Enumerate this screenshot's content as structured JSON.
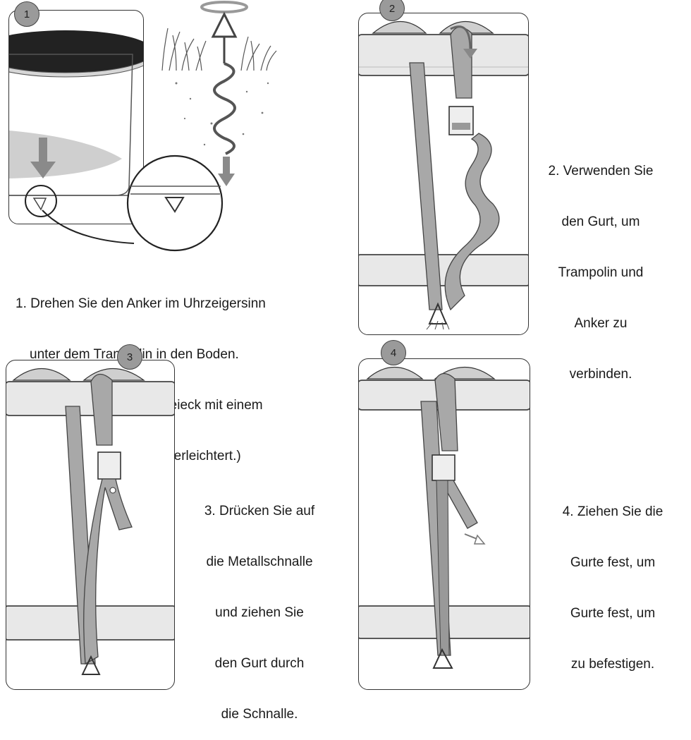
{
  "steps": [
    {
      "number": "1",
      "lines": [
        "1. Drehen Sie den Anker im Uhrzeigersinn",
        "unter dem Trampolin in den Boden.",
        "(Überqueren Sie das Dreieck mit einem",
        "Stock, was das Drehen erleichtert.)"
      ]
    },
    {
      "number": "2",
      "lines": [
        "2. Verwenden Sie",
        "den Gurt, um",
        "Trampolin und",
        "Anker zu",
        "verbinden."
      ]
    },
    {
      "number": "3",
      "lines": [
        "3. Drücken Sie auf",
        "die Metallschnalle",
        "und ziehen Sie",
        "den Gurt durch",
        "die Schnalle."
      ]
    },
    {
      "number": "4",
      "lines": [
        "4. Ziehen Sie die",
        "Gurte fest, um",
        "Gurte fest, um",
        "zu befestigen."
      ]
    }
  ],
  "colors": {
    "strap": "#a8a8a8",
    "strap_dark": "#8c8c8c",
    "frame": "#e8e8e8",
    "outline": "#333333",
    "badge": "#9a9a9a",
    "arrow": "#8a8a8a"
  }
}
